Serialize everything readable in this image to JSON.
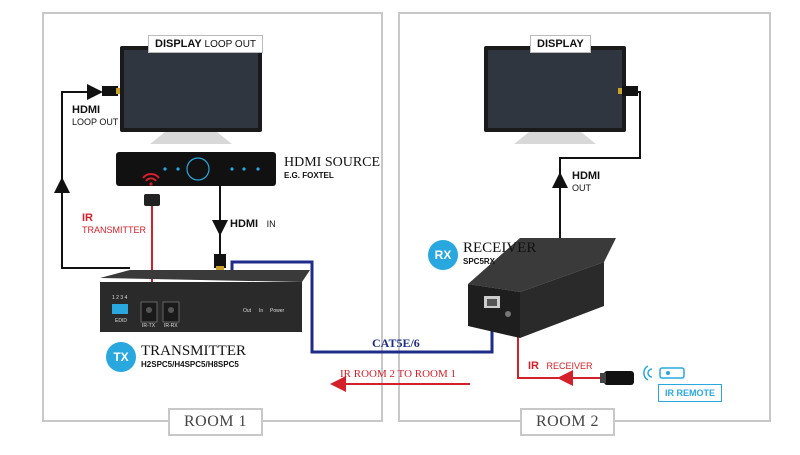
{
  "rooms": {
    "room1_label": "ROOM 1",
    "room2_label": "ROOM 2"
  },
  "displays": {
    "loop_display": {
      "title": "DISPLAY",
      "subtitle": "LOOP OUT"
    },
    "main_display": {
      "title": "DISPLAY"
    }
  },
  "signals": {
    "hdmi_loop": {
      "title": "HDMI",
      "sub": "LOOP OUT"
    },
    "hdmi_in": {
      "title": "HDMI",
      "sub": "IN"
    },
    "ir_tx": {
      "title": "IR",
      "sub": "TRANSMITTER"
    },
    "hdmi_out": {
      "title": "HDMI",
      "sub": "OUT"
    },
    "ir_rx": {
      "title": "IR",
      "sub": "RECEIVER"
    },
    "cat": "CAT5E/6",
    "ir_room": "IR ROOM 2 TO ROOM 1"
  },
  "source": {
    "title": "HDMI SOURCE",
    "sub": "E.G. FOXTEL"
  },
  "transmitter": {
    "badge": "TX",
    "name": "TRANSMITTER",
    "model": "H2SPC5/H4SPC5/H8SPC5",
    "port_labels": [
      "1 2 3 4",
      "EDID",
      "IR-TX",
      "IR-RX",
      "Out",
      "In",
      "Power"
    ]
  },
  "receiver": {
    "badge": "RX",
    "name": "RECEIVER",
    "model": "SPC5RX"
  },
  "ir_remote": {
    "label": "IR REMOTE"
  },
  "colors": {
    "hdmi_line": "#111111",
    "cat_line": "#1f2d8a",
    "ir_line": "#d4202a",
    "badge": "#29a8e0",
    "room_border": "#c8c8c8"
  },
  "icons": [
    "wifi-signal-icon",
    "ir-remote-icon",
    "arrow-icon"
  ]
}
